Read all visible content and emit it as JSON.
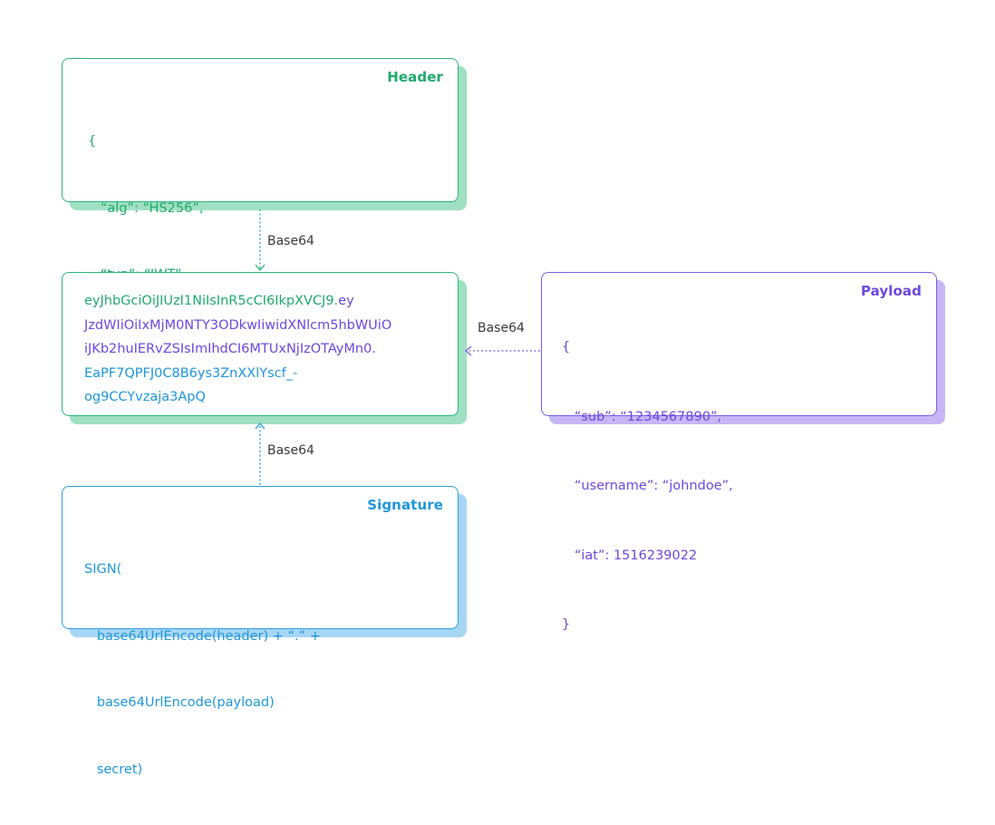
{
  "colors": {
    "header": "#1faa6e",
    "payload": "#6b48e0",
    "signature": "#1e96dc",
    "header_shadow": "#9fe0c2",
    "payload_shadow": "#c6b6f6",
    "signature_shadow": "#a7d6f5",
    "label": "#3a3a3a"
  },
  "header": {
    "title": "Header",
    "lines": [
      "{",
      "   “alg”: “HS256”,",
      "   “typ”: “JWT”",
      "}"
    ]
  },
  "payload": {
    "title": "Payload",
    "lines": [
      "{",
      "   “sub”: “1234567890”,",
      "   “username”: “johndoe”,",
      "   “iat”: 1516239022",
      "}"
    ]
  },
  "signature": {
    "title": "Signature",
    "lines": [
      "SIGN(",
      "   base64UrlEncode(header) + “.” +",
      "   base64UrlEncode(payload)",
      "   secret)"
    ]
  },
  "token": {
    "line1_header": "eyJhbGciOiJIUzI1NiIsInR5cCI6IkpXVCJ9.",
    "line1_payload": "ey",
    "line2_payload": "JzdWIiOiIxMjM0NTY3ODkwIiwidXNlcm5hbWUiO",
    "line3_payload": "iJKb2huIERvZSIsImIhdCI6MTUxNjIzOTAyMn0.",
    "line4_signature": "EaPF7QPFJ0C8B6ys3ZnXXlYscf_-",
    "line5_signature": "og9CCYvzaja3ApQ"
  },
  "edges": {
    "header_to_token": "Base64",
    "payload_to_token": "Base64",
    "signature_to_token": "Base64"
  }
}
